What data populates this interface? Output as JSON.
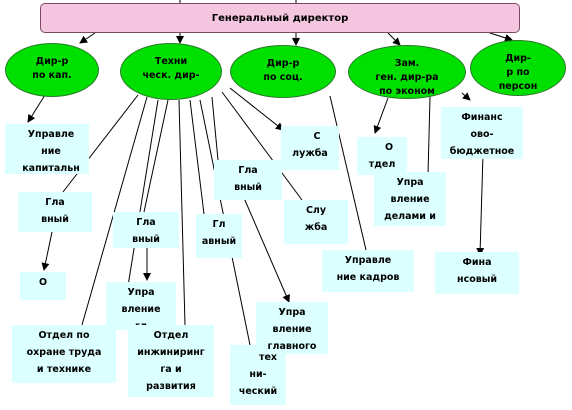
{
  "ceo": {
    "label": "Генеральный директор"
  },
  "ellipses": [
    {
      "lines": [
        "Дир-р",
        "по кап."
      ]
    },
    {
      "lines": [
        "Техни",
        "ческ. дир-"
      ]
    },
    {
      "lines": [
        "Дир-р",
        "по соц."
      ]
    },
    {
      "lines": [
        "Зам.",
        "ген. дир-ра",
        "по эконом"
      ]
    },
    {
      "lines": [
        "Дир-",
        "р по",
        "персон"
      ]
    }
  ],
  "boxes": [
    {
      "lines": [
        "Управле",
        "ние",
        "капитальн"
      ]
    },
    {
      "lines": [
        "Гла",
        "вный"
      ]
    },
    {
      "lines": [
        "О",
        "..."
      ]
    },
    {
      "lines": [
        "Отдел по",
        "охране труда",
        "и технике"
      ]
    },
    {
      "lines": [
        "Гла",
        "вный"
      ]
    },
    {
      "lines": [
        "Упра",
        "вление",
        "гл"
      ]
    },
    {
      "lines": [
        "Отдел",
        "инжиниринг",
        "га и",
        "развития"
      ]
    },
    {
      "lines": [
        "Гл",
        "авный"
      ]
    },
    {
      "lines": [
        "Гла",
        "вный"
      ]
    },
    {
      "lines": [
        "тех",
        "ни-",
        "ческий"
      ]
    },
    {
      "lines": [
        "Упра",
        "вление",
        "главного"
      ]
    },
    {
      "lines": [
        "С",
        "лужба"
      ]
    },
    {
      "lines": [
        "Слу",
        "жба"
      ]
    },
    {
      "lines": [
        "Управле",
        "ние кадров"
      ]
    },
    {
      "lines": [
        "О",
        "тдел"
      ]
    },
    {
      "lines": [
        "Упра",
        "вление",
        "делами и"
      ]
    },
    {
      "lines": [
        "Финанс",
        "ово-",
        "бюджетное"
      ]
    },
    {
      "lines": [
        "Фина",
        "нсовый"
      ]
    }
  ]
}
